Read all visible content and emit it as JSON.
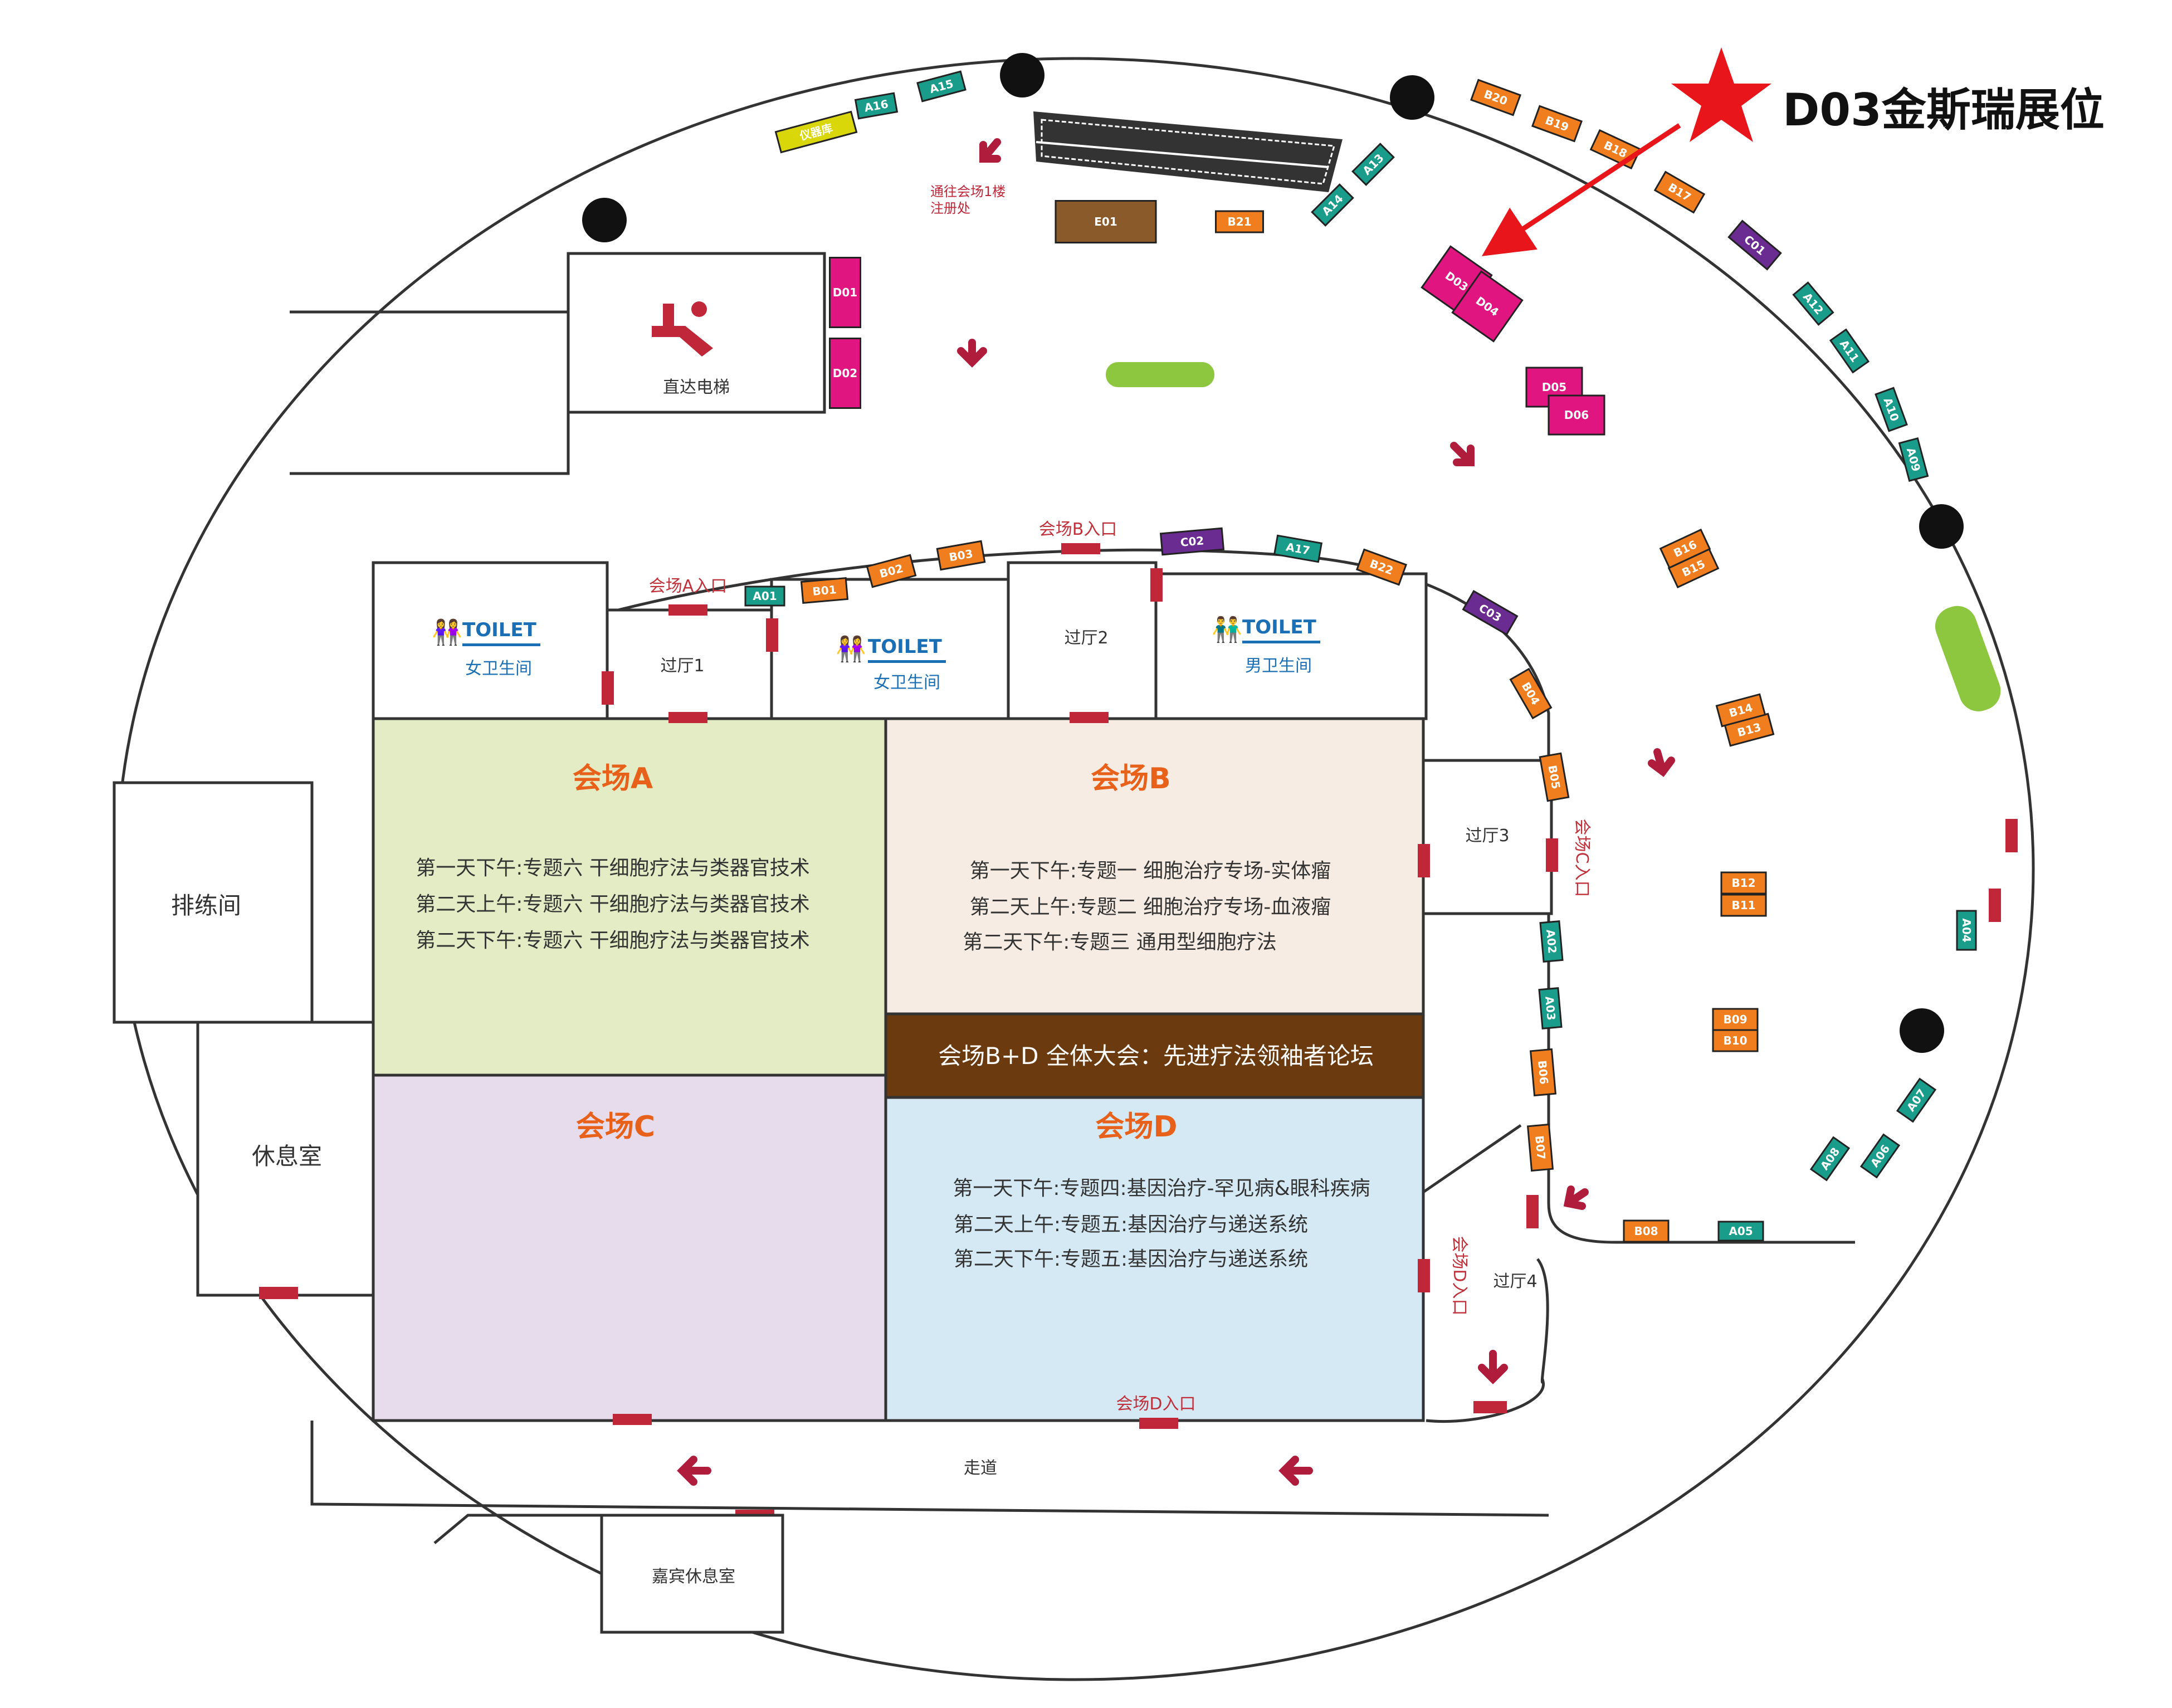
{
  "callout": {
    "label": "D03金斯瑞展位",
    "star_color": "#e8151b",
    "arrow_color": "#e8151b"
  },
  "halls": {
    "a": {
      "name": "会场A",
      "sessions": [
        "第一天下午:专题六 干细胞疗法与类器官技术",
        "第二天上午:专题六 干细胞疗法与类器官技术",
        "第二天下午:专题六 干细胞疗法与类器官技术"
      ],
      "color": "#e3ecc4"
    },
    "b": {
      "name": "会场B",
      "sessions": [
        "第一天下午:专题一 细胞治疗专场-实体瘤",
        "第二天上午:专题二 细胞治疗专场-血液瘤",
        "第二天下午:专题三 通用型细胞疗法"
      ],
      "color": "#f6ece3"
    },
    "c": {
      "name": "会场C",
      "color": "#e6dcec"
    },
    "d": {
      "name": "会场D",
      "sessions": [
        "第一天下午:专题四:基因治疗-罕见病&眼科疾病",
        "第二天上午:专题五:基因治疗与递送系统",
        "第二天下午:专题五:基因治疗与递送系统"
      ],
      "color": "#d5e9f5"
    },
    "plenary": {
      "label": "会场B+D 全体大会：先进疗法领袖者论坛",
      "color": "#6b3a0e"
    }
  },
  "rooms": {
    "toilet_text": "TOILET",
    "toilet1": "女卫生间",
    "toilet2": "女卫生间",
    "toilet3": "男卫生间",
    "foyer1": "过厅1",
    "foyer2": "过厅2",
    "foyer3": "过厅3",
    "foyer4": "过厅4",
    "elevator": "直达电梯",
    "rehearsal": "排练间",
    "lounge": "休息室",
    "vip": "嘉宾休息室",
    "corridor": "走道",
    "to_registration_1": "通往会场1楼",
    "to_registration_2": "注册处"
  },
  "entrances": {
    "a": "会场A入口",
    "b": "会场B入口",
    "c": "会场C入口",
    "d": "会场D入口"
  },
  "booths": {
    "magenta": [
      "D01",
      "D02",
      "D03",
      "D04",
      "D05",
      "D06"
    ],
    "orange": [
      "B20",
      "B19",
      "B18",
      "B17",
      "B21",
      "B01",
      "B02",
      "B03",
      "B22",
      "B04",
      "B05",
      "B06",
      "B07",
      "B08",
      "B09",
      "B10",
      "B11",
      "B12",
      "B13",
      "B14",
      "B15",
      "B16"
    ],
    "teal": [
      "A16",
      "A15",
      "A14",
      "A13",
      "A12",
      "A11",
      "A10",
      "A09",
      "A01",
      "A17",
      "A02",
      "A03",
      "A04",
      "A05",
      "A06",
      "A07",
      "A08"
    ],
    "purple": [
      "C01",
      "C02",
      "C03"
    ],
    "brown": [
      "E01"
    ],
    "other": [
      "仪器库"
    ]
  },
  "colors": {
    "magenta": "#e0157f",
    "orange": "#f07d1e",
    "teal": "#1a9c8a",
    "purple": "#6b2c91",
    "brown": "#8a5a2b",
    "entry_bar": "#c0283a",
    "arrow": "#b01c3c",
    "accent_green": "#8dc63f"
  }
}
